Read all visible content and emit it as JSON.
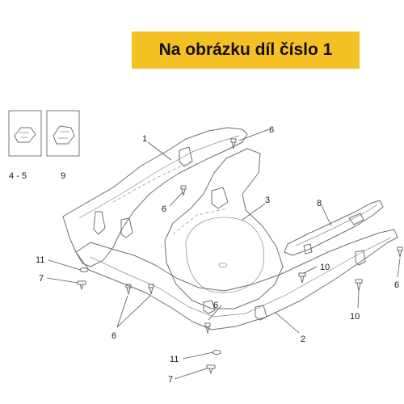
{
  "banner": {
    "text": "Na obrázku díl číslo 1",
    "background": "#f5c023"
  },
  "callouts": {
    "p1": "1",
    "p2": "2",
    "p3": "3",
    "p6_top": "6",
    "p6_mid": "6",
    "p6_right": "6",
    "p6_lower": "6",
    "p6_left": "6",
    "p7_upper": "7",
    "p7_lower": "7",
    "p8": "8",
    "p9": "9",
    "p10_upper": "10",
    "p10_lower": "10",
    "p11_upper": "11",
    "p11_lower": "11",
    "p45": "4 - 5"
  }
}
